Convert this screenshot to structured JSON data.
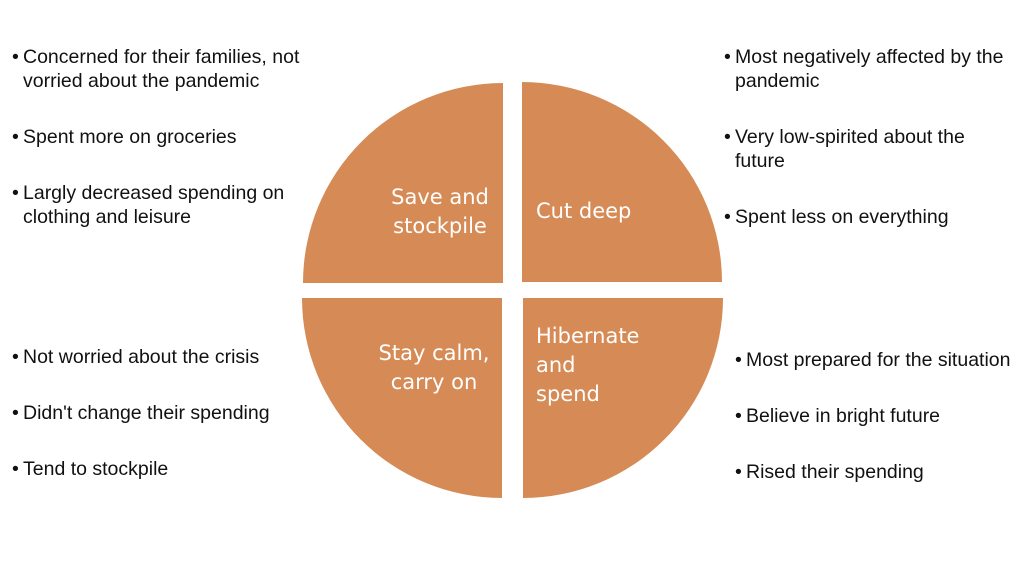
{
  "colors": {
    "segment_fill": "#D68B56",
    "label_text": "#FFFFFF",
    "body_text": "#111111"
  },
  "quadrants": {
    "top_left": {
      "label": "Save and\nstockpile",
      "bullets": [
        "Concerned for their families, not vorried about the pandemic",
        "Spent more on groceries",
        "Largly decreased spending on clothing and leisure"
      ]
    },
    "top_right": {
      "label": "Cut deep",
      "bullets": [
        "Most negatively affected by the pandemic",
        "Very low-spirited about the future",
        "Spent less on everything"
      ]
    },
    "bottom_left": {
      "label": "Stay calm,\ncarry on",
      "bullets": [
        "Not worried about the crisis",
        "Didn't change their spending",
        "Tend to stockpile"
      ]
    },
    "bottom_right": {
      "label": "Hibernate\nand\nspend",
      "bullets": [
        "Most prepared for the situation",
        "Believe in bright future",
        "Rised their spending"
      ]
    }
  }
}
